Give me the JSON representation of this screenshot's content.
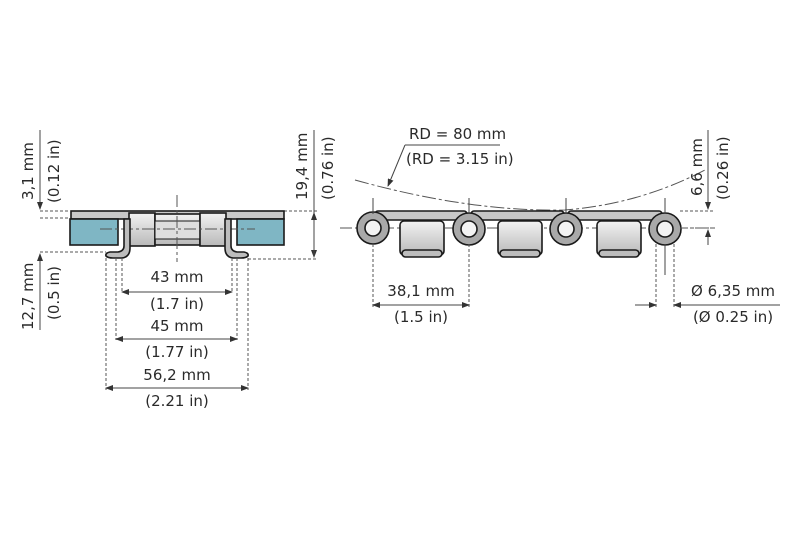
{
  "side_view": {
    "height_top": {
      "mm": "3,1 mm",
      "in": "(0.12 in)"
    },
    "height_bottom": {
      "mm": "12,7 mm",
      "in": "(0.5 in)"
    },
    "height_total": {
      "mm": "19,4 mm",
      "in": "(0.76 in)"
    },
    "width_inner": {
      "mm": "43 mm",
      "in": "(1.7 in)"
    },
    "width_mid": {
      "mm": "45 mm",
      "in": "(1.77 in)"
    },
    "width_outer": {
      "mm": "56,2 mm",
      "in": "(2.21 in)"
    }
  },
  "chain_view": {
    "radius": {
      "mm": "RD = 80 mm",
      "in": "(RD = 3.15 in)"
    },
    "pin_offset": {
      "mm": "6,6 mm",
      "in": "(0.26 in)"
    },
    "pitch": {
      "mm": "38,1 mm",
      "in": "(1.5 in)"
    },
    "pin_diameter": {
      "mm": "Ø 6,35 mm",
      "in": "(Ø 0.25 in)"
    }
  },
  "colors": {
    "blue_block": "#7fb6c4",
    "steel": "#c8c8c8",
    "outline": "#1a1a1a"
  }
}
